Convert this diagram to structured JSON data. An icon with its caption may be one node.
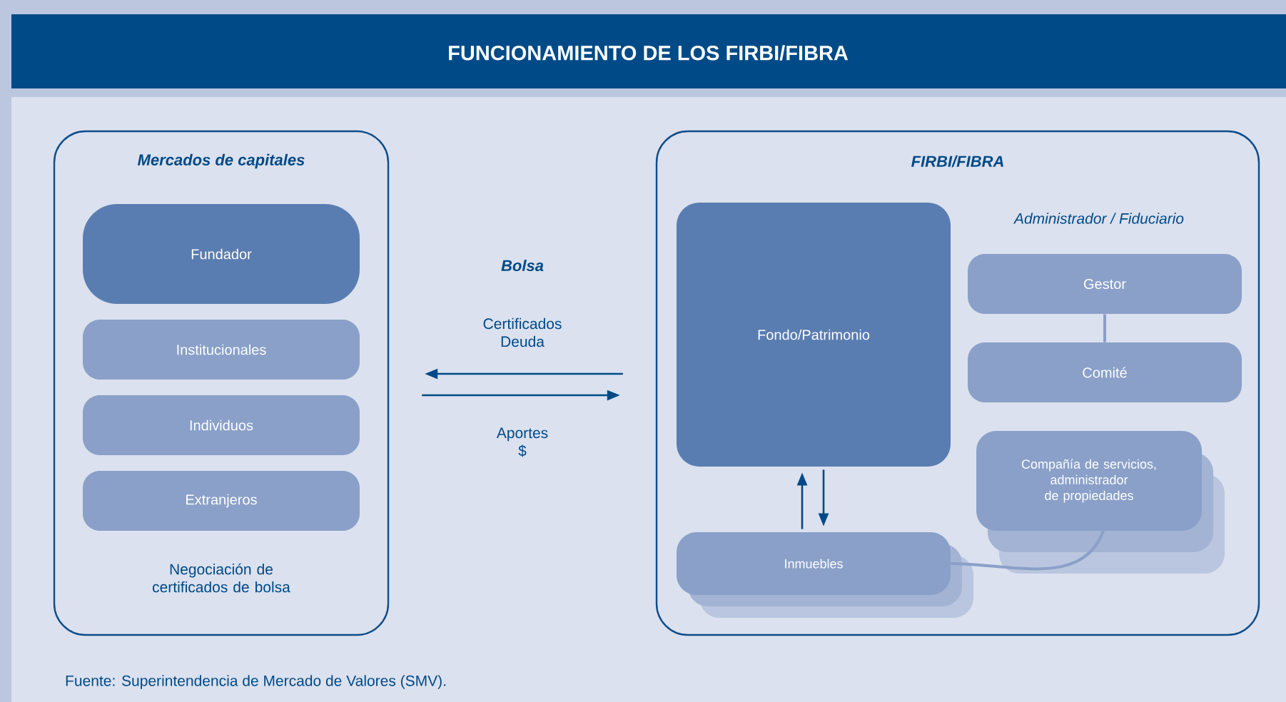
{
  "diagram": {
    "title": "FUNCIONAMIENTO DE LOS FIRBI/FIBRA",
    "caption": "Fuente: Superintendencia de Mercado de Valores (SMV).",
    "nodes": [
      {
        "text": [
          "Mercados de capitales",
          "Negociación de certificados de bolsa"
        ]
      },
      {
        "text": [
          "Fundador"
        ],
        "in": 0
      },
      {
        "text": [
          "Institucionales"
        ],
        "in": 0
      },
      {
        "text": [
          "Individuos"
        ],
        "in": 0
      },
      {
        "text": [
          "Extranjeros"
        ],
        "in": 0
      },
      {
        "text": [
          "FIRBI/FIBRA"
        ]
      },
      {
        "text": [
          "Fondo/Patrimonio"
        ],
        "in": 5
      },
      {
        "text": [
          "Gestor"
        ],
        "in": 5
      },
      {
        "text": [
          "Comité"
        ],
        "in": 5
      },
      {
        "text": [
          "Compañía de servicios, administrador de propiedades"
        ],
        "in": 5
      },
      {
        "text": [
          "Inmuebles"
        ],
        "in": 5
      }
    ],
    "edges": [
      {
        "from": 5,
        "to": 0,
        "arrow": "to",
        "label": "Certificados Deuda"
      },
      {
        "from": 0,
        "to": 5,
        "arrow": "to",
        "label": "Aportes $"
      },
      {
        "from": 7,
        "to": 8,
        "arrow": "none",
        "color": "#8aa0c8"
      },
      {
        "from": 10,
        "to": 6,
        "arrow": "to"
      },
      {
        "from": 6,
        "to": 10,
        "arrow": "to"
      },
      {
        "from": 10,
        "to": 9,
        "arrow": "none",
        "color": "#8aa0c8"
      }
    ],
    "labels": [
      "Bolsa",
      "Administrador / Fiduciario"
    ]
  }
}
